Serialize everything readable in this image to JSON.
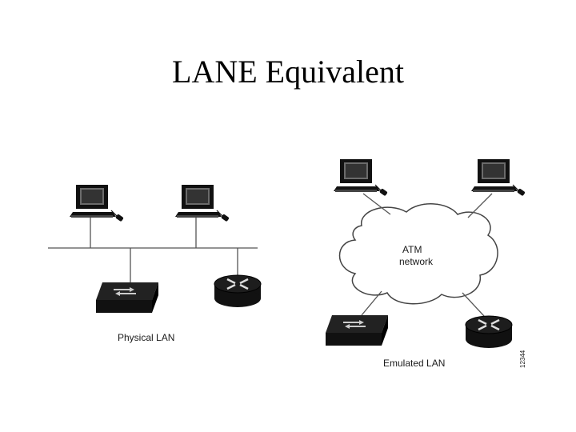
{
  "slide": {
    "title": "LANE Equivalent"
  },
  "physical_lan": {
    "label": "Physical LAN"
  },
  "emulated_lan": {
    "label": "Emulated LAN",
    "cloud_label_line1": "ATM",
    "cloud_label_line2": "network",
    "figure_id": "12344"
  },
  "colors": {
    "ink": "#111111",
    "background": "#ffffff"
  }
}
